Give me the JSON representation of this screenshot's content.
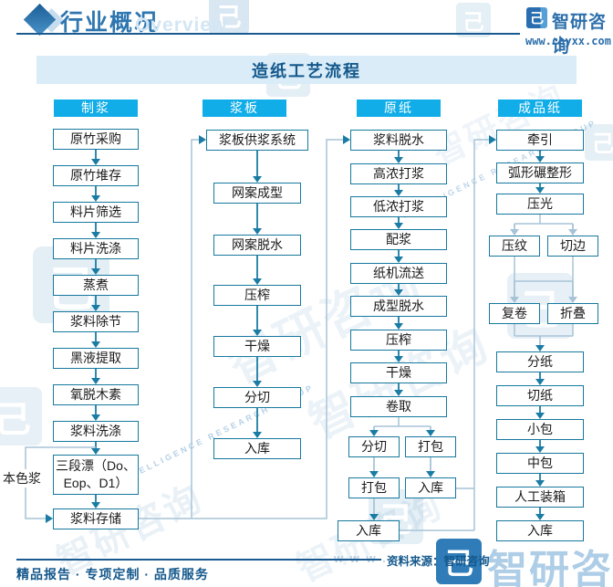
{
  "header": {
    "section_title": "行业概况",
    "section_watermark": "Overview",
    "brand_name": "智研咨询",
    "brand_site": "www.chyxx.com"
  },
  "icons": {
    "brand_logo_glyph": "己"
  },
  "diagram": {
    "title": "造纸工艺流程",
    "side_label": "本色浆",
    "columns": [
      {
        "header": "制浆",
        "nodes": [
          "原竹采购",
          "原竹堆存",
          "料片筛选",
          "料片洗涤",
          "蒸煮",
          "浆料除节",
          "黑液提取",
          "氧脱木素",
          "浆料洗涤",
          "三段漂（Do、Eop、D1）",
          "浆料存储"
        ]
      },
      {
        "header": "浆板",
        "nodes": [
          "浆板供浆系统",
          "网案成型",
          "网案脱水",
          "压榨",
          "干燥",
          "分切",
          "入库"
        ]
      },
      {
        "header": "原纸",
        "nodes": [
          "浆料脱水",
          "高浓打浆",
          "低浓打浆",
          "配浆",
          "纸机流送",
          "成型脱水",
          "压榨",
          "干燥",
          "卷取",
          "分切",
          "打包",
          "打包",
          "入库",
          "入库"
        ]
      },
      {
        "header": "成品纸",
        "nodes": [
          "牵引",
          "弧形碾整形",
          "压光",
          "压纹",
          "切边",
          "复卷",
          "折叠",
          "分纸",
          "切纸",
          "小包",
          "中包",
          "人工装箱",
          "入库"
        ]
      }
    ]
  },
  "watermarks": {
    "brand": "智研咨询",
    "subtext": "INTELLIGENCE RESEARCH GROUP"
  },
  "footer": {
    "services": "精品报告 · 专项定制 · 品质服务",
    "source": "资料来源：智研咨询",
    "watermark_www": "w w w .",
    "watermark_brand": "智研咨询"
  },
  "colors": {
    "accent_blue": "#10ade8",
    "box_border": "#16789e",
    "arrow": "#1a7ca4",
    "connector": "#a7c4d7",
    "title_blue": "#14588c",
    "brand_blue": "#2c6fab",
    "watermark_blue": "#2a78b5"
  }
}
